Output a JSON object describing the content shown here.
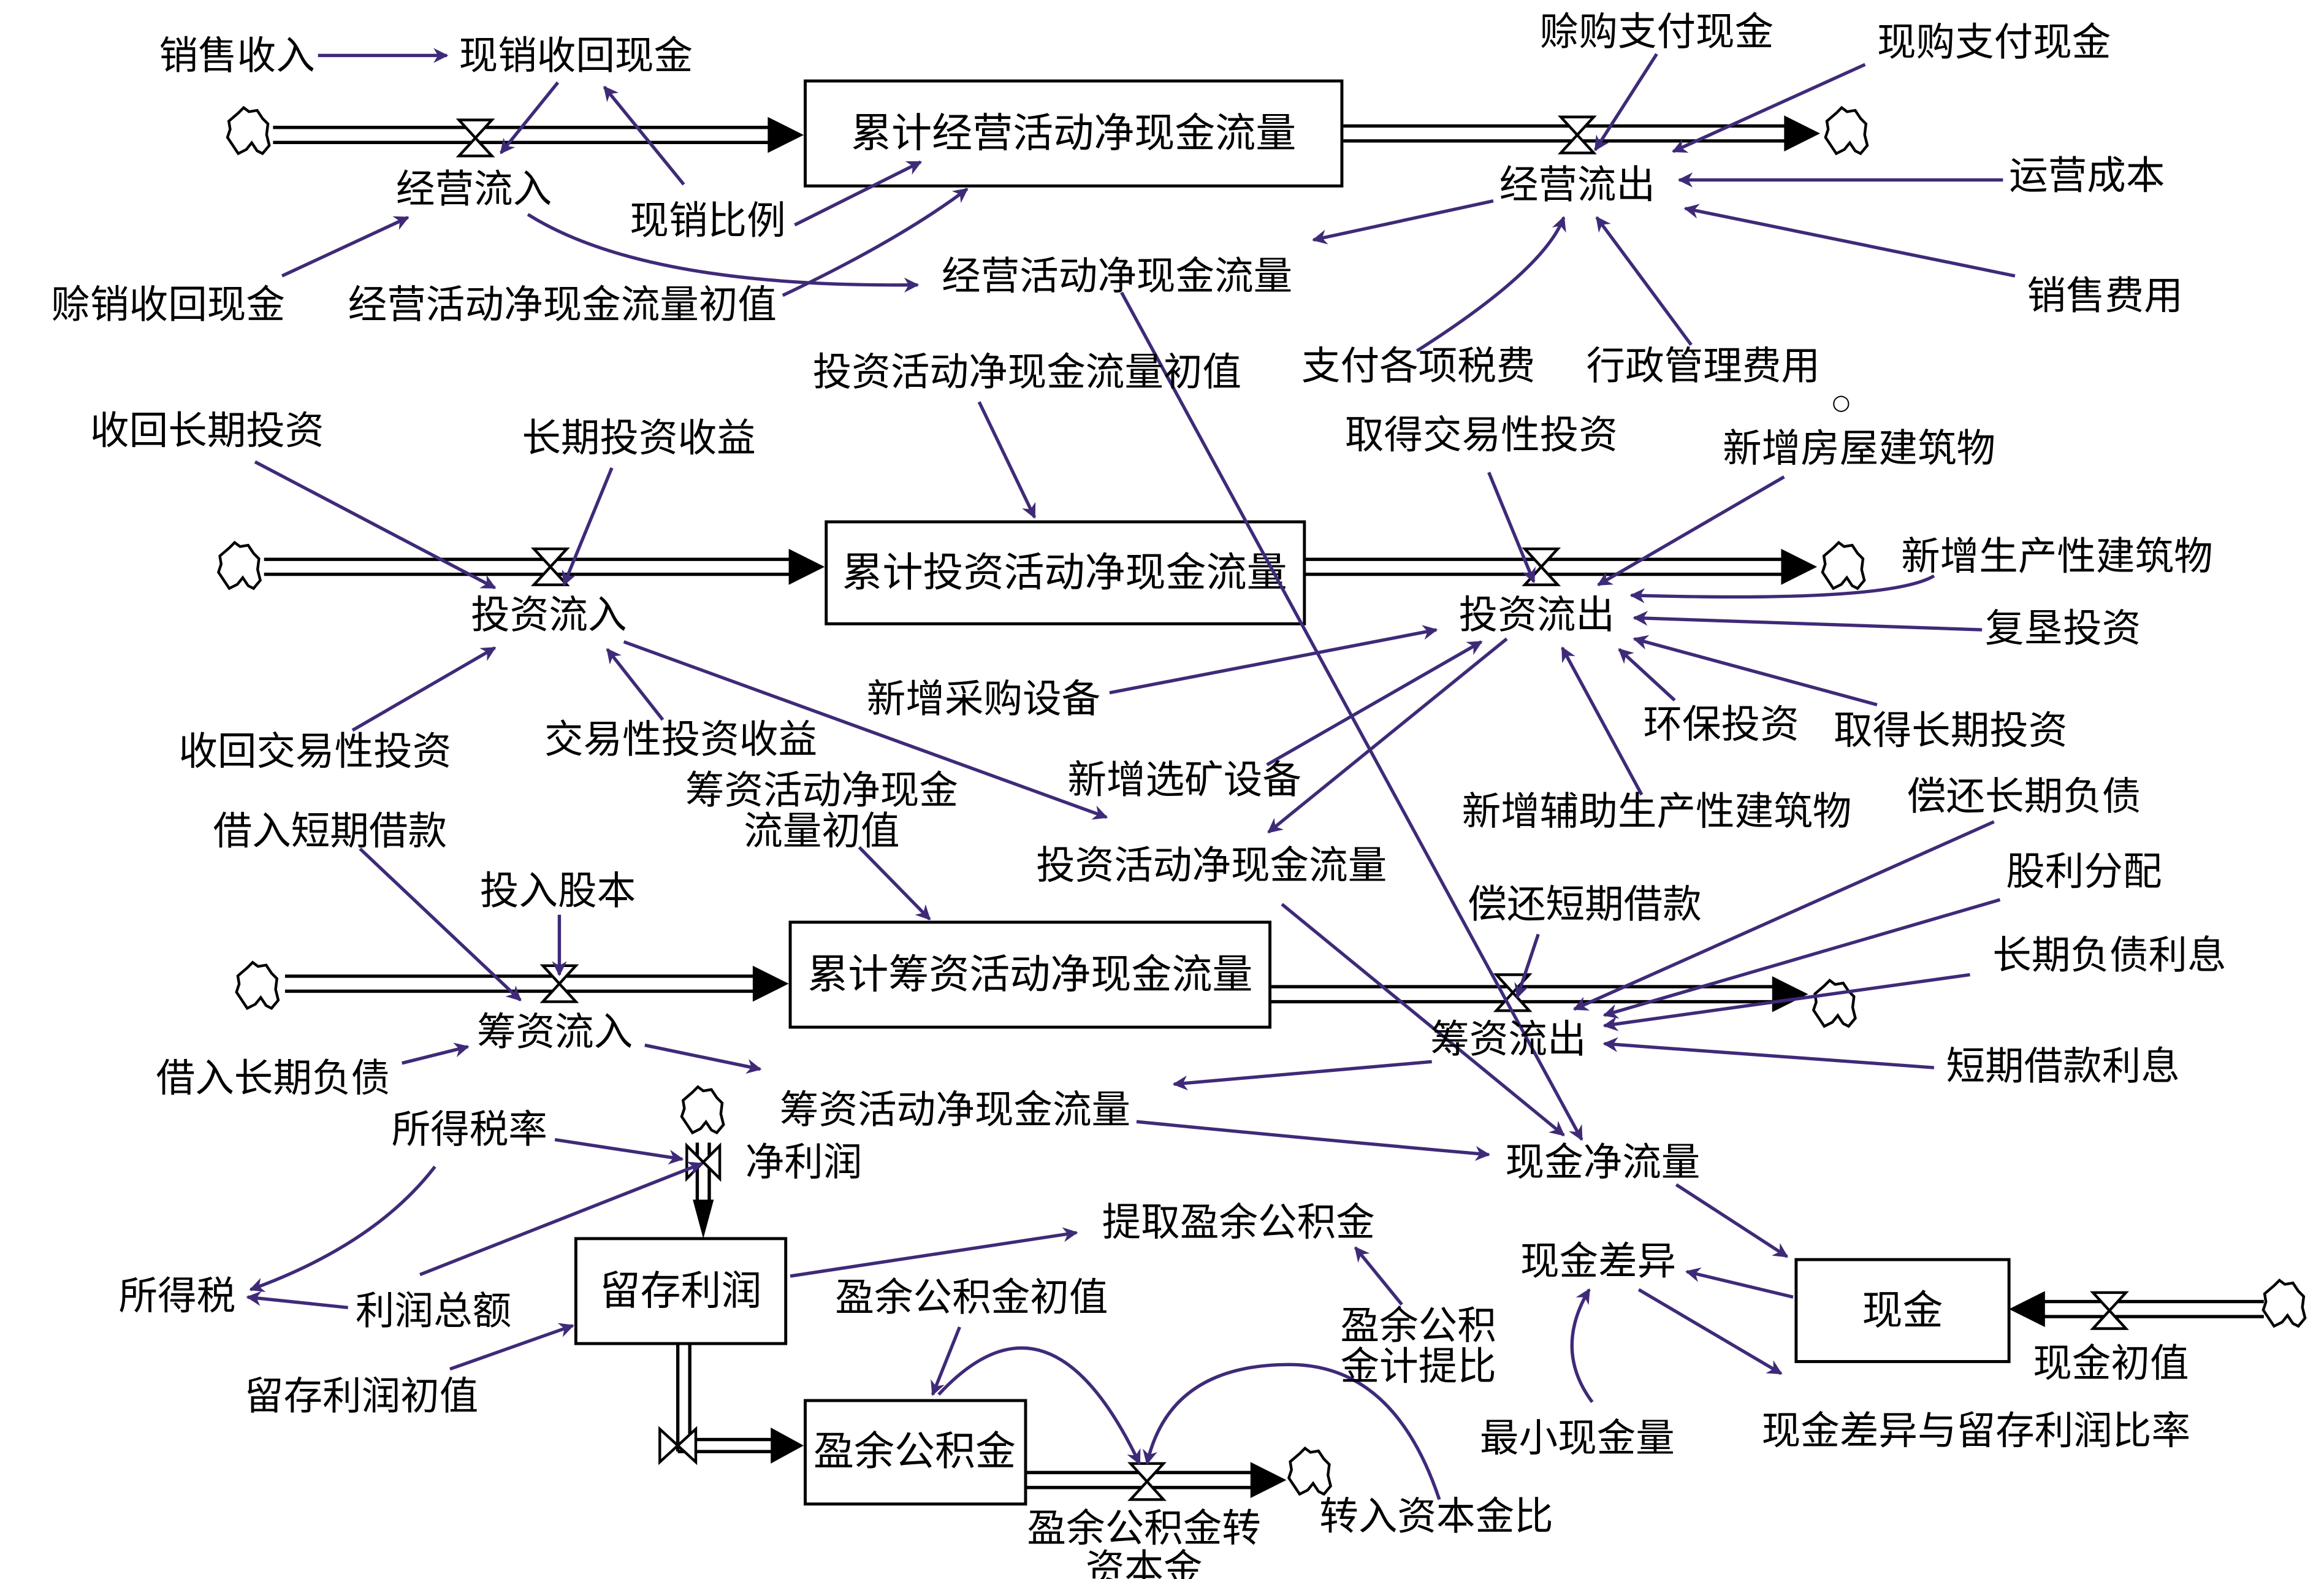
{
  "colors": {
    "link": "#3f2a78",
    "stock_border": "#000000",
    "background": "#ffffff"
  },
  "stocks": {
    "operating": "累计经营活动净现金流量",
    "investing": "累计投资活动净现金流量",
    "financing": "累计筹资活动净现金流量",
    "retained": "留存利润",
    "reserve": "盈余公积金",
    "cash": "现金"
  },
  "flows": {
    "op_in": "经营流入",
    "op_out": "经营流出",
    "inv_in": "投资流入",
    "inv_out": "投资流出",
    "fin_in": "筹资流入",
    "fin_out": "筹资流出",
    "net_profit": "净利润",
    "reserve_to_capital_1": "盈余公积金转",
    "reserve_to_capital_2": "资本金",
    "cash_initial": "现金初值"
  },
  "variables": {
    "sales_revenue": "销售收入",
    "cash_sales_recovered": "现销收回现金",
    "cash_sales_ratio": "现销比例",
    "credit_sales_recovered": "赊销收回现金",
    "op_net_initial": "经营活动净现金流量初值",
    "op_net": "经营活动净现金流量",
    "credit_purchase_paid": "赊购支付现金",
    "cash_purchase_paid": "现购支付现金",
    "operating_cost": "运营成本",
    "selling_expense": "销售费用",
    "taxes_paid": "支付各项税费",
    "admin_expense": "行政管理费用",
    "small_circle": "○",
    "inv_net_initial": "投资活动净现金流量初值",
    "recover_long_inv": "收回长期投资",
    "long_inv_income": "长期投资收益",
    "acquire_trading_inv": "取得交易性投资",
    "new_housing": "新增房屋建筑物",
    "new_production_building": "新增生产性建筑物",
    "reclamation_inv": "复垦投资",
    "new_purchase_equipment": "新增采购设备",
    "env_inv": "环保投资",
    "acquire_long_inv": "取得长期投资",
    "recover_trading_inv": "收回交易性投资",
    "trading_inv_income": "交易性投资收益",
    "new_dressing_equipment": "新增选矿设备",
    "new_aux_building": "新增辅助生产性建筑物",
    "fin_net_initial_1": "筹资活动净现金",
    "fin_net_initial_2": "流量初值",
    "inv_net": "投资活动净现金流量",
    "repay_long_debt": "偿还长期负债",
    "borrow_short": "借入短期借款",
    "paid_in_capital": "投入股本",
    "repay_short_loan": "偿还短期借款",
    "dividend": "股利分配",
    "long_debt_interest": "长期负债利息",
    "borrow_long": "借入长期负债",
    "short_loan_interest": "短期借款利息",
    "fin_net": "筹资活动净现金流量",
    "income_tax_rate": "所得税率",
    "net_cash_flow": "现金净流量",
    "income_tax": "所得税",
    "total_profit": "利润总额",
    "retained_initial": "留存利润初值",
    "withdraw_reserve": "提取盈余公积金",
    "reserve_initial": "盈余公积金初值",
    "reserve_ratio_1": "盈余公积",
    "reserve_ratio_2": "金计提比",
    "cash_difference": "现金差异",
    "min_cash": "最小现金量",
    "cash_diff_ratio": "现金差异与留存利润比率",
    "to_capital_ratio": "转入资本金比"
  }
}
